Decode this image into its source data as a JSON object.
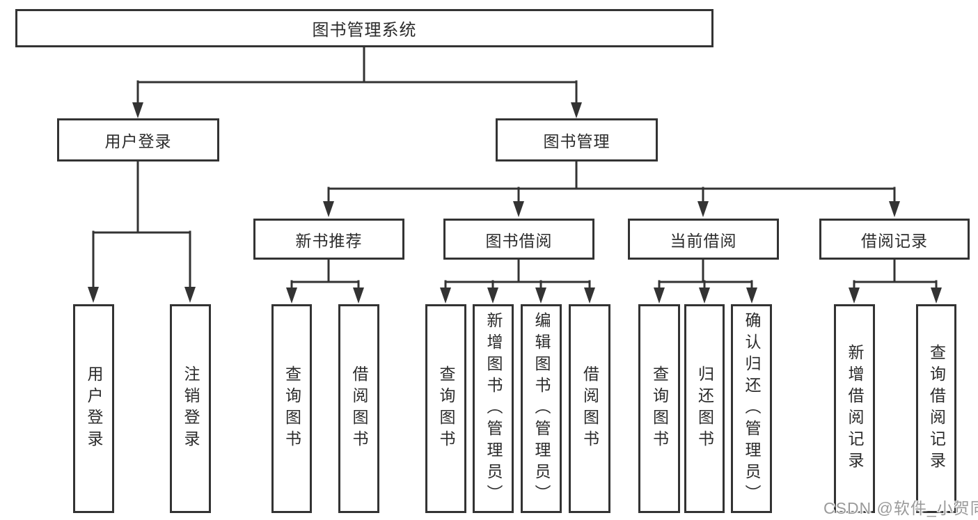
{
  "colors": {
    "line": "#333333",
    "text": "#2b2b2b",
    "background": "#ffffff",
    "watermark_gray": "#9a9a9a"
  },
  "nodes": {
    "root": "图书管理系统",
    "l1": [
      "用户登录",
      "图书管理"
    ],
    "l2": [
      "新书推荐",
      "图书借阅",
      "当前借阅",
      "借阅记录"
    ],
    "leaves": [
      "用户登录",
      "注销登录",
      "查询图书",
      "借阅图书",
      "查询图书",
      "新增图书（管理员）",
      "编辑图书（管理员）",
      "借阅图书",
      "查询图书",
      "归还图书",
      "确认归还（管理员）",
      "新增借阅记录",
      "查询借阅记录"
    ]
  },
  "hierarchy": {
    "图书管理系统": {
      "用户登录": [
        "用户登录",
        "注销登录"
      ],
      "图书管理": {
        "新书推荐": [
          "查询图书",
          "借阅图书"
        ],
        "图书借阅": [
          "查询图书",
          "新增图书（管理员）",
          "编辑图书（管理员）",
          "借阅图书"
        ],
        "当前借阅": [
          "查询图书",
          "归还图书",
          "确认归还（管理员）"
        ],
        "借阅记录": [
          "新增借阅记录",
          "查询借阅记录"
        ]
      }
    }
  },
  "watermark": "CSDN @软件_小贺同学"
}
